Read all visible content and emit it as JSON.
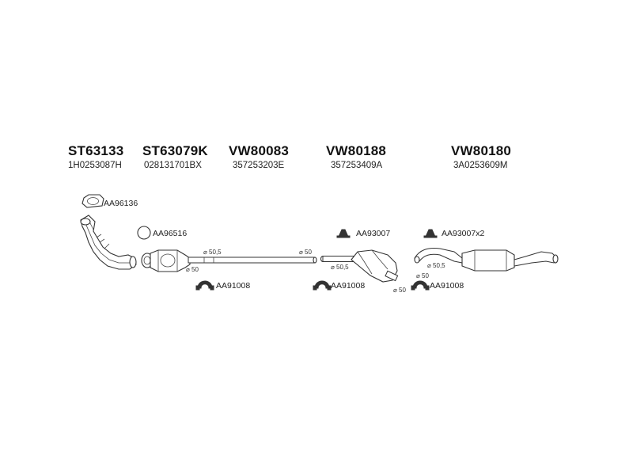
{
  "assemblies": [
    {
      "code": "ST63133",
      "oem": "1H0253087H"
    },
    {
      "code": "ST63079K",
      "oem": "028131701BX"
    },
    {
      "code": "VW80083",
      "oem": "357253203E"
    },
    {
      "code": "VW80188",
      "oem": "357253409A"
    },
    {
      "code": "VW80180",
      "oem": "3A0253609M"
    }
  ],
  "part_labels": {
    "gasket": "AA96136",
    "ring": "AA96516",
    "clamp_1": "AA91008",
    "clamp_2": "AA91008",
    "clamp_3": "AA91008",
    "hanger_1": "AA93007",
    "hanger_2": "AA93007x2"
  },
  "dimensions": {
    "d1": "⌀ 50,5",
    "d2": "⌀ 50",
    "d3": "⌀ 50",
    "d4": "⌀ 50,5",
    "d5": "⌀ 50",
    "d6": "⌀ 50,5",
    "d7": "⌀ 50"
  }
}
